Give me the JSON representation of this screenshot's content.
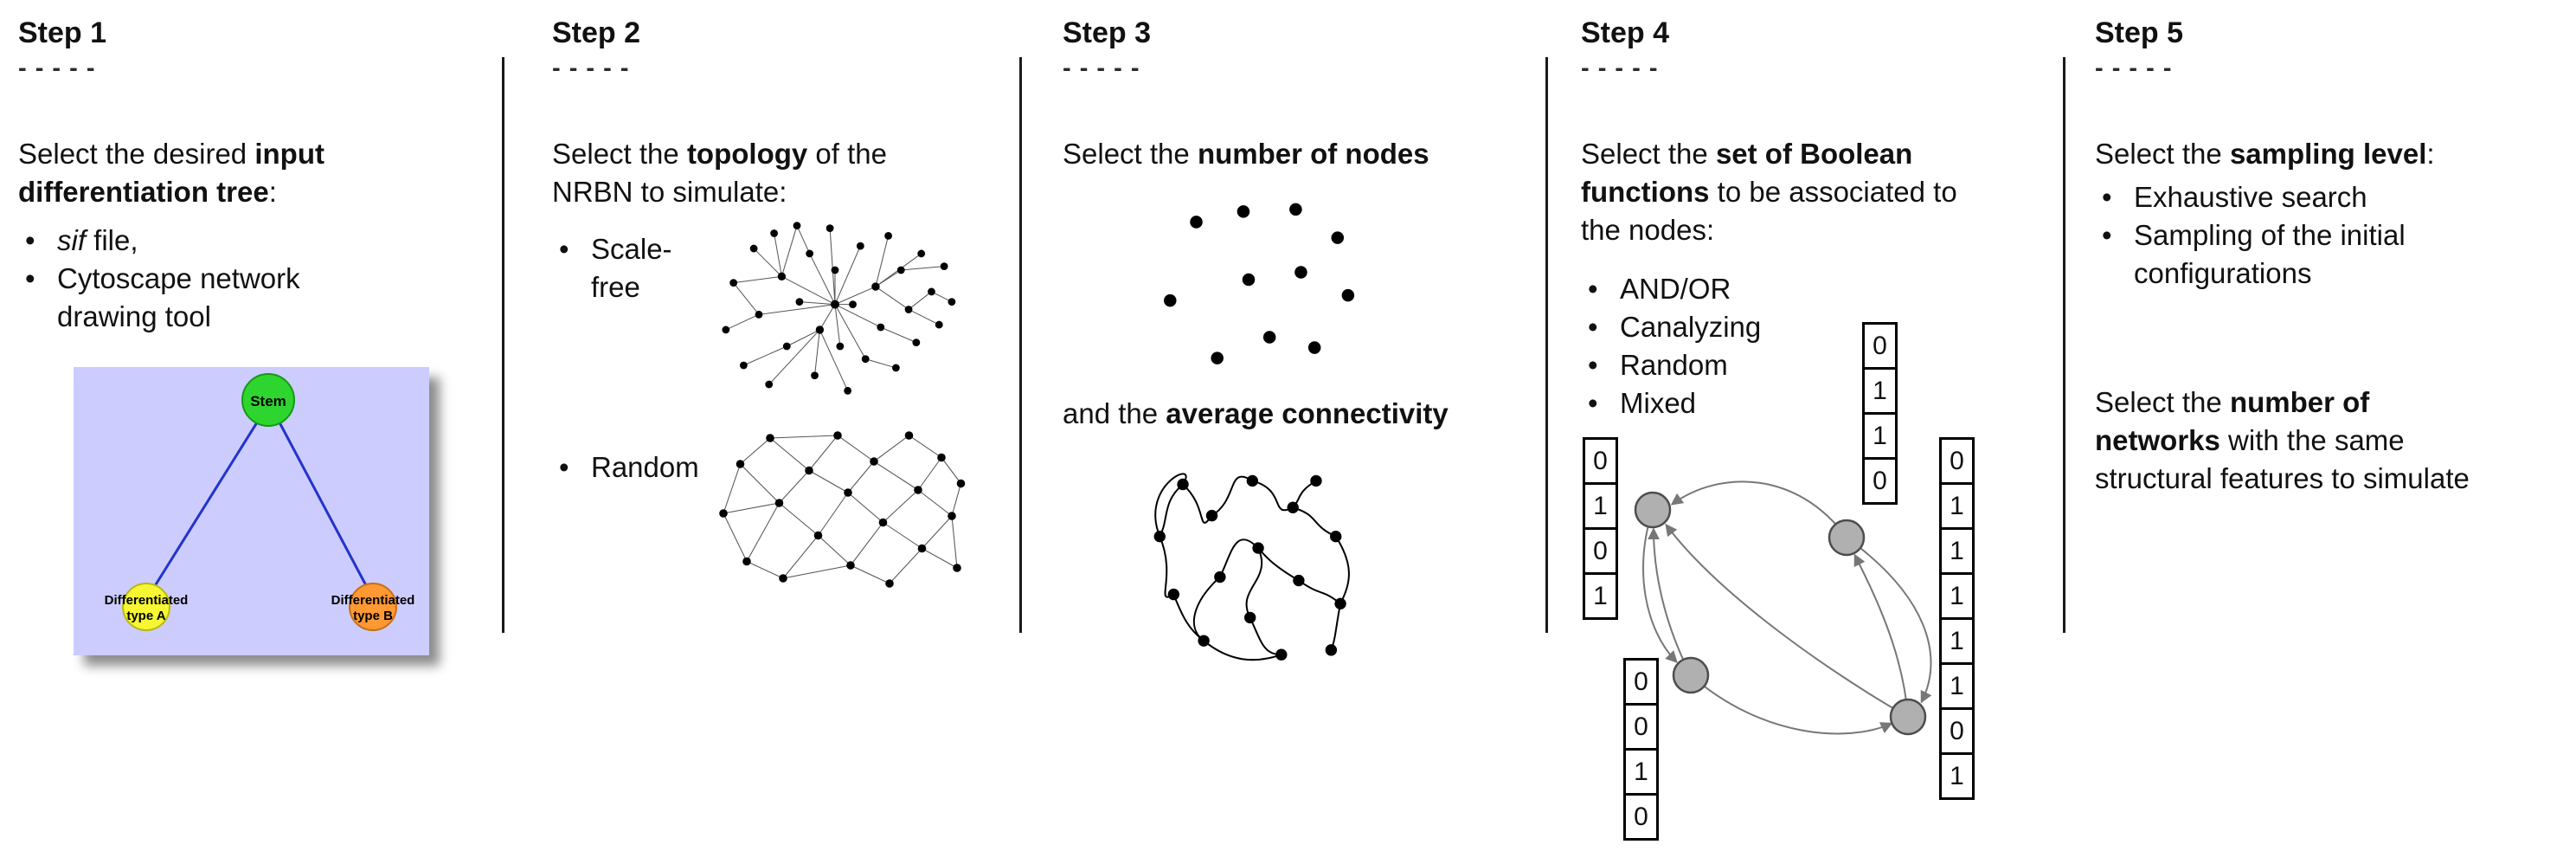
{
  "steps": [
    {
      "title": "Step 1",
      "dashes": "- - - - -",
      "intro": {
        "pre": "Select the desired ",
        "bold": "input\ndifferentiation tree",
        "post": ":"
      },
      "bullets": [
        {
          "em": "sif",
          "text": " file,"
        },
        {
          "em": "",
          "text": "Cytoscape network\ndrawing tool"
        }
      ],
      "tree": {
        "stem_label": "Stem",
        "type_a_line1": "Differentiated",
        "type_a_line2": "type A",
        "type_b_line1": "Differentiated",
        "type_b_line2": "type B"
      }
    },
    {
      "title": "Step 2",
      "dashes": "- - - - -",
      "intro": {
        "pre": "Select the ",
        "bold": "topology",
        "post": " of the\nNRBN to simulate:"
      },
      "bullets": [
        "Scale-free",
        "Random"
      ]
    },
    {
      "title": "Step 3",
      "dashes": "- - - - -",
      "intro": {
        "pre": "Select the ",
        "bold": "number of nodes",
        "post": ""
      },
      "second": {
        "pre": "and the ",
        "bold": "average connectivity",
        "post": ""
      }
    },
    {
      "title": "Step 4",
      "dashes": "- - - - -",
      "intro": {
        "pre": "Select the ",
        "bold": "set of Boolean\nfunctions",
        "post": " to be associated to\nthe nodes:"
      },
      "bullets": [
        "AND/OR",
        "Canalyzing",
        "Random",
        "Mixed"
      ],
      "truth_tables": {
        "left": [
          "0",
          "1",
          "0",
          "1"
        ],
        "top": [
          "0",
          "1",
          "1",
          "0"
        ],
        "bottom": [
          "0",
          "0",
          "1",
          "0"
        ],
        "right": [
          "0",
          "1",
          "1",
          "1",
          "1",
          "1",
          "0",
          "1"
        ]
      }
    },
    {
      "title": "Step 5",
      "dashes": "- - - - -",
      "intro": {
        "pre": "Select the ",
        "bold": "sampling level",
        "post": ":"
      },
      "bullets": [
        "Exhaustive search",
        "Sampling of the initial\nconfigurations"
      ],
      "paragraph": {
        "pre": "Select the ",
        "bold": "number of\nnetworks",
        "post": " with the same\nstructural features to simulate"
      }
    }
  ],
  "colors": {
    "tree_background": "#ccccfe",
    "stem_fill": "#2ed52e",
    "type_a_fill": "#f6f633",
    "type_b_fill": "#ff9933",
    "tree_edge": "#2233cc",
    "boolean_node_fill": "#b0b0b0",
    "arrow_gray": "#777777"
  }
}
